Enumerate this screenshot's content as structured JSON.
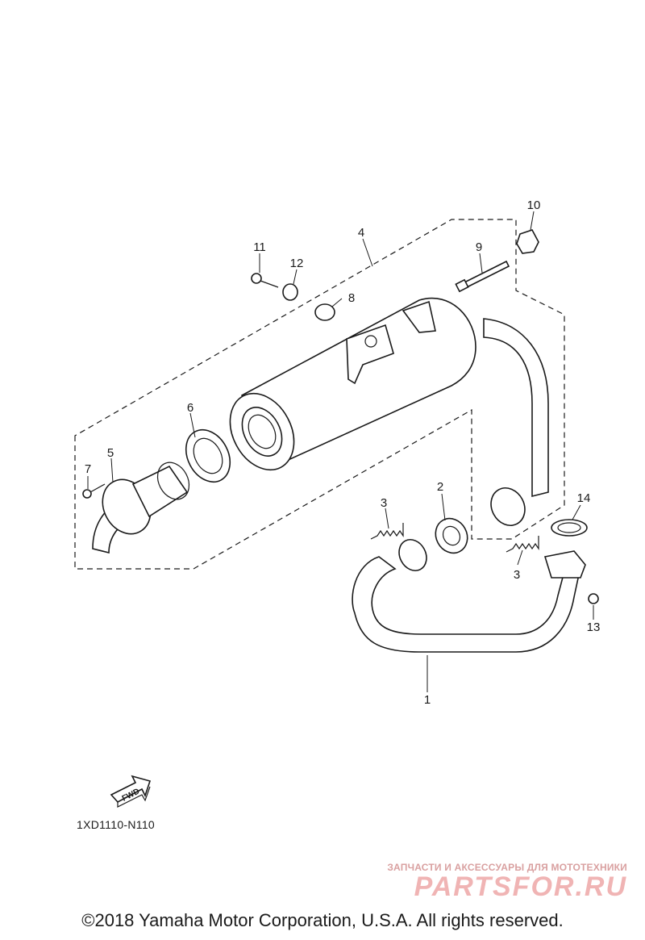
{
  "callouts": {
    "c1": "1",
    "c2": "2",
    "c3a": "3",
    "c3b": "3",
    "c4": "4",
    "c5": "5",
    "c6": "6",
    "c7": "7",
    "c8": "8",
    "c9": "9",
    "c10": "10",
    "c11": "11",
    "c12": "12",
    "c13": "13",
    "c14": "14"
  },
  "fwd_label": "FWD",
  "diagram_code": "1XD1110-N110",
  "watermark": {
    "line1": "ЗАПЧАСТИ И АКСЕССУАРЫ ДЛЯ МОТОТЕХНИКИ",
    "line2": "PARTSFOR.RU"
  },
  "copyright": "©2018 Yamaha Motor Corporation, U.S.A. All rights reserved.",
  "icons": [
    "fwd-arrow-icon"
  ]
}
